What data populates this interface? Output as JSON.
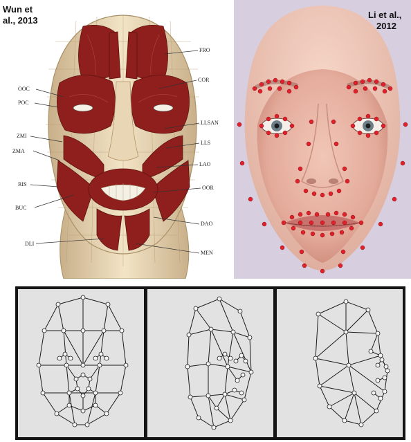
{
  "captions": {
    "left_line1": "Wun et",
    "left_line2": "al., 2013",
    "right_line1": "Li et al.,",
    "right_line2": "2012"
  },
  "muscle_labels": {
    "left": [
      "OOC",
      "POC",
      "ZMI",
      "ZMA",
      "RIS",
      "BUC",
      "DLI"
    ],
    "right": [
      "FRO",
      "COR",
      "LLSAN",
      "LLS",
      "LAO",
      "OOR",
      "DAO",
      "MEN"
    ]
  },
  "colors": {
    "muscle": "#8e1f1c",
    "skin": "#e8d8b8",
    "landmark": "#e0202a",
    "mesh_line": "#1a1a1a"
  }
}
